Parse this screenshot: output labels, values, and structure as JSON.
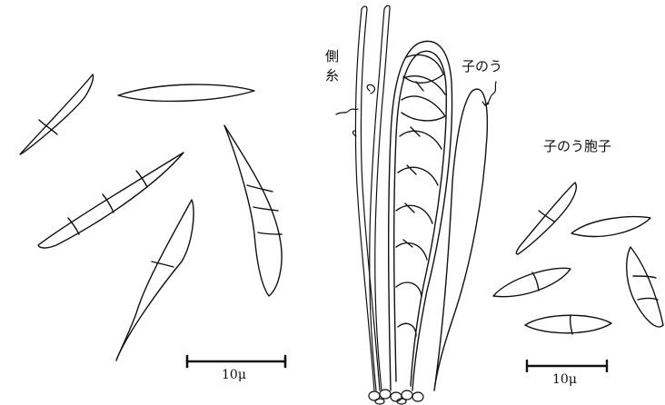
{
  "labels": {
    "paraphysis": "側糸",
    "ascus": "子のう",
    "ascospore": "子のう胞子"
  },
  "scale_bars": {
    "left": "10μ",
    "right": "10μ"
  },
  "colors": {
    "ink": "#111111",
    "paper": "#ffffff"
  }
}
